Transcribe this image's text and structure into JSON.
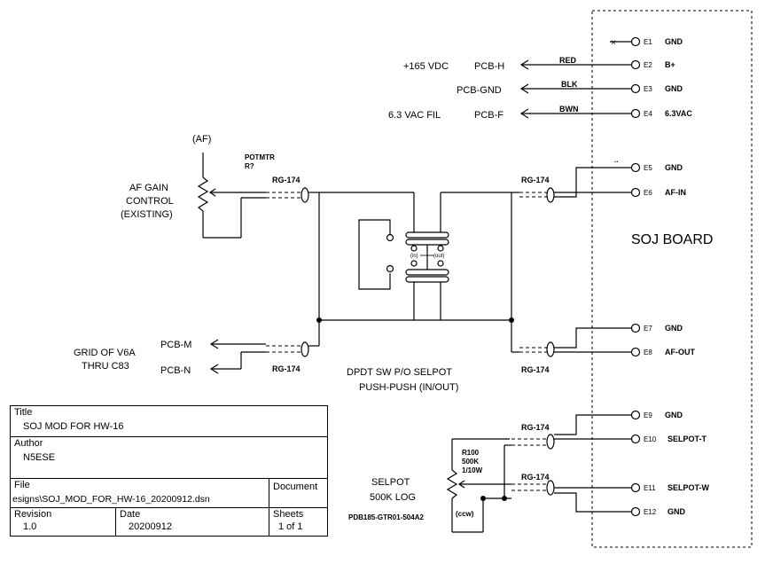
{
  "board": {
    "name": "SOJ BOARD"
  },
  "board_pins": [
    {
      "id": "E1",
      "label": "GND"
    },
    {
      "id": "E2",
      "label": "B+"
    },
    {
      "id": "E3",
      "label": "GND"
    },
    {
      "id": "E4",
      "label": "6.3VAC"
    },
    {
      "id": "E5",
      "label": "GND"
    },
    {
      "id": "E6",
      "label": "AF-IN"
    },
    {
      "id": "E7",
      "label": "GND"
    },
    {
      "id": "E8",
      "label": "AF-OUT"
    },
    {
      "id": "E9",
      "label": "GND"
    },
    {
      "id": "E10",
      "label": "SELPOT-T"
    },
    {
      "id": "E11",
      "label": "SELPOT-W"
    },
    {
      "id": "E12",
      "label": "GND"
    }
  ],
  "power": {
    "b_plus": {
      "source": "+165 VDC",
      "pcb": "PCB-H",
      "wire": "RED"
    },
    "gnd": {
      "pcb": "PCB-GND",
      "wire": "BLK"
    },
    "fil": {
      "source": "6.3 VAC FIL",
      "pcb": "PCB-F",
      "wire": "BWN"
    }
  },
  "af_gain": {
    "af_label": "(AF)",
    "ref": "POTMTR",
    "value": "R?",
    "desc_line1": "AF GAIN",
    "desc_line2": "CONTROL",
    "desc_line3": "(EXISTING)"
  },
  "grid": {
    "line1": "GRID OF V6A",
    "line2": "THRU C83",
    "pcb_m": "PCB-M",
    "pcb_n": "PCB-N"
  },
  "coax_label": "RG-174",
  "switch": {
    "line1": "DPDT SW P/O SELPOT",
    "line2": "PUSH-PUSH (IN/OUT)",
    "in_label": "(in)",
    "out_label": "(out)"
  },
  "selpot": {
    "name": "SELPOT",
    "value": "500K LOG",
    "ref": "R100",
    "spec1": "500K",
    "spec2": "1/10W",
    "ccw": "(ccw)",
    "part": "PDB185-GTR01-504A2"
  },
  "e5_note": "..",
  "title_block": {
    "title_label": "Title",
    "title": "SOJ MOD FOR HW-16",
    "author_label": "Author",
    "author": "N5ESE",
    "file_label": "File",
    "file": "esigns\\SOJ_MOD_FOR_HW-16_20200912.dsn",
    "document_label": "Document",
    "revision_label": "Revision",
    "revision": "1.0",
    "date_label": "Date",
    "date": "20200912",
    "sheets_label": "Sheets",
    "sheets": "1 of 1"
  }
}
